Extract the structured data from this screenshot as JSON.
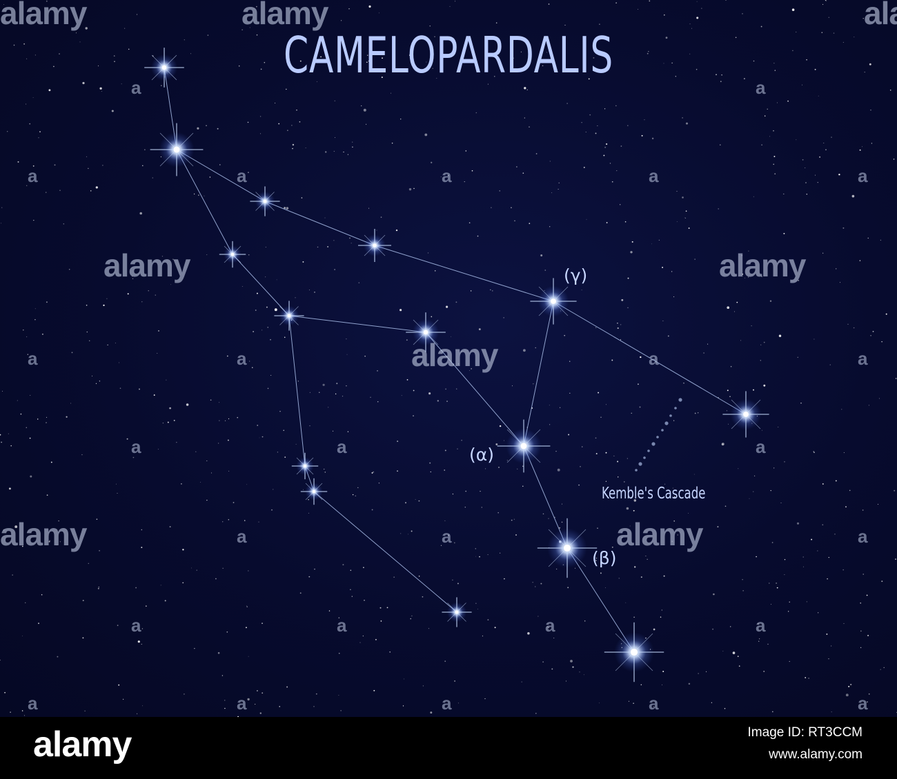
{
  "title": "CAMELOPARDALIS",
  "labels": {
    "gamma": "(γ)",
    "alpha": "(α)",
    "beta": "(β)",
    "cascade": "Kemble's Cascade"
  },
  "watermark": {
    "word": "alamy",
    "letter": "a"
  },
  "footer": {
    "logo": "alamy",
    "image_id": "Image ID: RT3CCM",
    "url": "www.alamy.com"
  },
  "colors": {
    "sky": "#070b2e",
    "star": "#c9ddff",
    "line": "#a9bde8",
    "text": "#b9cbff"
  }
}
